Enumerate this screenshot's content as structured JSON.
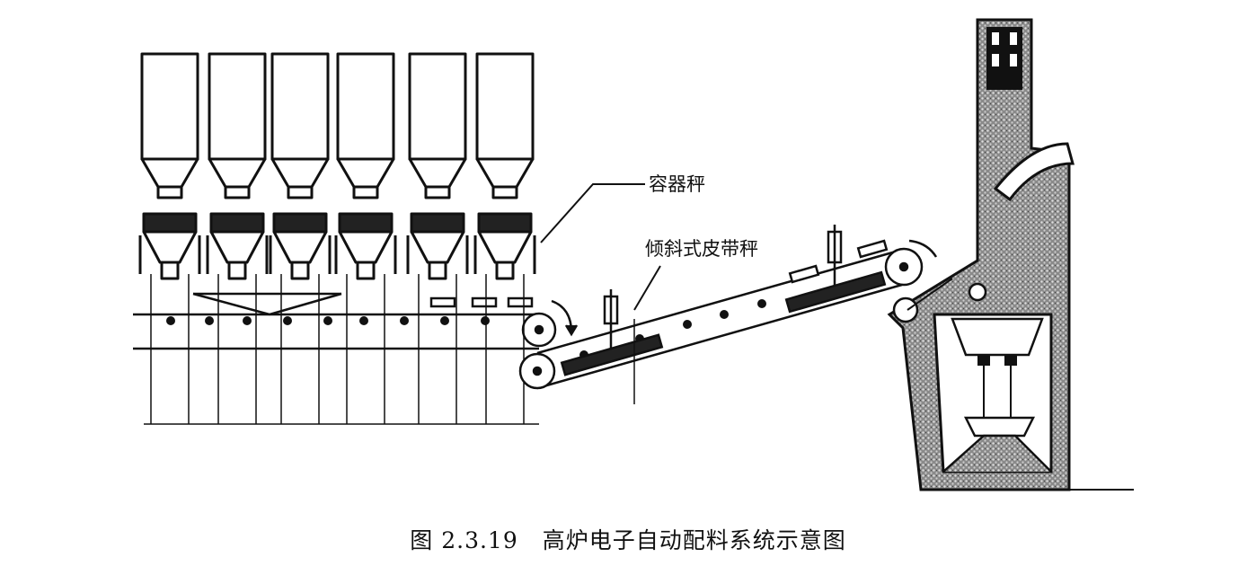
{
  "figure": {
    "labels": {
      "container_scale": "容器秤",
      "inclined_belt_scale": "倾斜式皮带秤"
    },
    "caption": {
      "number": "图 2.3.19",
      "title": "高炉电子自动配料系统示意图"
    }
  }
}
